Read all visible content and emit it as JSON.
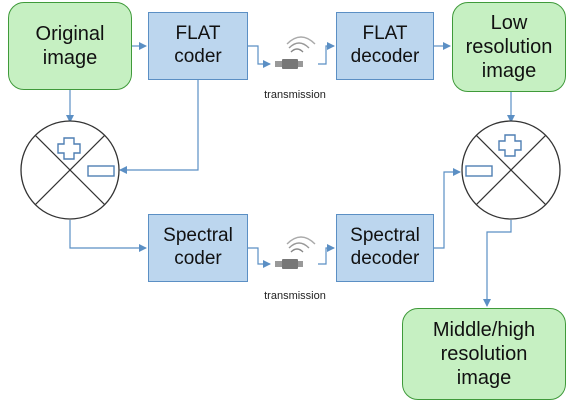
{
  "nodes": {
    "original_image": "Original\nimage",
    "flat_coder": "FLAT\ncoder",
    "flat_decoder": "FLAT\ndecoder",
    "low_res_image": "Low\nresolution\nimage",
    "spectral_coder": "Spectral\ncoder",
    "spectral_decoder": "Spectral\ndecoder",
    "mid_high_res_image": "Middle/high\nresolution\nimage"
  },
  "labels": {
    "transmission_top": "transmission",
    "transmission_bottom": "transmission"
  },
  "icons": {
    "combiner": "plus-minus-combiner-icon",
    "transmitter": "antenna-transmitter-icon"
  },
  "colors": {
    "image_fill": "#c6f0c2",
    "image_border": "#3f9a3a",
    "coder_fill": "#bcd6ee",
    "coder_border": "#5b8fc4",
    "connector": "#5b8fc4"
  }
}
